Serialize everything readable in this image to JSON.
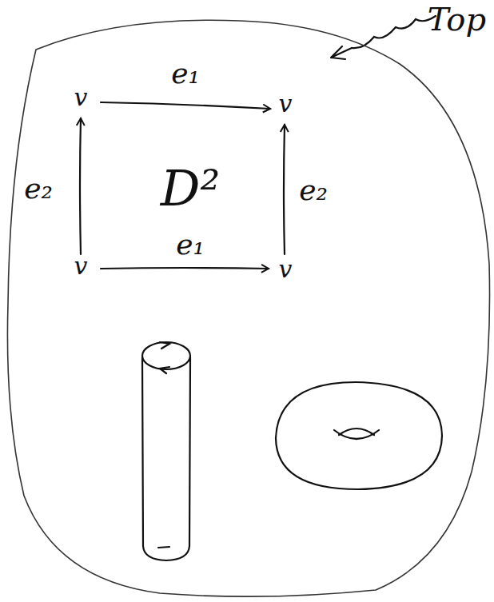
{
  "diagram": {
    "nodes": [
      {
        "text": [
          "Top"
        ]
      }
    ],
    "labels": [
      "e₁",
      "v",
      "v",
      "e₂",
      "D²",
      "e₂",
      "e₁",
      "v",
      "v"
    ]
  }
}
